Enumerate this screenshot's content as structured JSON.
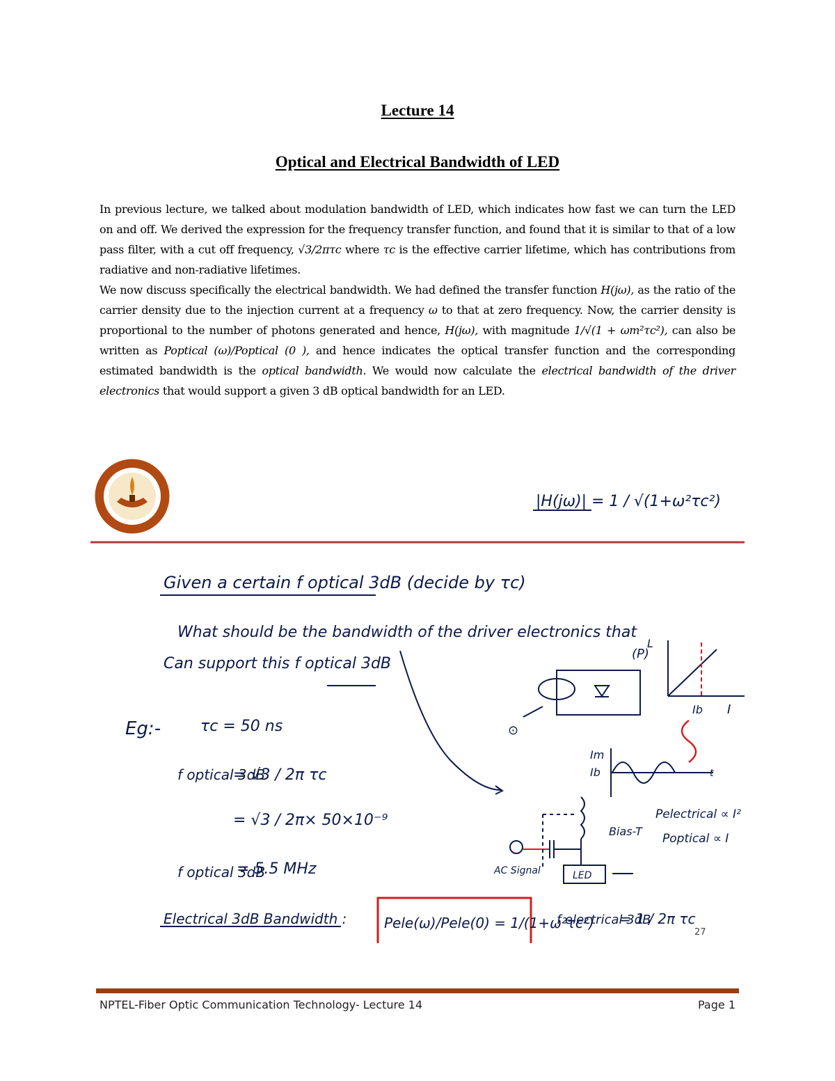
{
  "document": {
    "lecture_title": "Lecture 14",
    "section_title": "Optical and Electrical Bandwidth of LED"
  },
  "paragraph1": {
    "t1": "In previous lecture, we talked about modulation bandwidth of LED, which indicates how fast we can turn the LED on and off. We derived the expression for the frequency transfer function, and found that it is similar to that of a low pass filter, with a cut off frequency, ",
    "formula": "√3/2πτc",
    "t2": " where ",
    "tau": "τc",
    "t3": " is the effective carrier lifetime, which has contributions from radiative and non-radiative lifetimes."
  },
  "paragraph2": {
    "t1": "We now discuss specifically the electrical bandwidth. We had defined the transfer function ",
    "hjw1": "H(jω),",
    "t2": " as the ratio of the carrier density due to the injection current at a frequency ",
    "omega": "ω",
    "t3": " to that at zero frequency. Now, the carrier density is proportional to the number of photons generated and hence, ",
    "hjw2": "H(jω),",
    "t4": " with magnitude ",
    "magnitude": "1/√(1 + ωm²τc²),",
    "t5": " can also  be written as ",
    "popt": "Poptical (ω)/Poptical (0 ),",
    "t6": " and hence indicates the optical transfer function and the corresponding estimated bandwidth is the ",
    "optbw": "optical bandwidth",
    "t7": ". We would now calculate the ",
    "elecbw": "electrical bandwidth of the driver electronics",
    "t8": " that would support a given 3 dB optical bandwidth for an LED."
  },
  "slide": {
    "hjw_formula": "|H(jω)| = 1 / √(1+ω²τc²)",
    "given_line": "Given a certain f optical 3dB (decide by τc)",
    "question_line1": "What should be the bandwidth of the driver electronics that",
    "question_line2": "Can support this f optical 3dB",
    "eg_label": "Eg:-",
    "tau_value": "τc = 50 ns",
    "f_expr1": "= √3 / 2π τc",
    "f_expr2": "= √3 / 2π× 50×10⁻⁹",
    "f_result": "= 5.5 MHz",
    "electrical_label": "Electrical 3dB Bandwidth :",
    "boxed_formula": "Pele(ω)/Pele(0) = 1/(1+ω²τc²)",
    "f_electrical": "= 1 / 2π τc",
    "bias_t": "Bias-T",
    "ac_signal": "AC Signal",
    "led_label": "LED",
    "p_electrical": "Pelectrical ∝ I²",
    "p_optical": "Poptical ∝ I",
    "graph_axis_L": "L",
    "graph_axis_P": "(P)",
    "graph_axis_I": "I",
    "ib_label": "Ib",
    "im_label": "Im",
    "t_label": "t",
    "slide_number": "27"
  },
  "footer": {
    "left": "NPTEL-Fiber Optic Communication Technology- Lecture 14",
    "right": "Page 1"
  },
  "colors": {
    "ink": "#0c1a4a",
    "red": "#d21f1f",
    "footer_rule": "#963f12",
    "slide_rule": "#b23a3a",
    "logo_ring": "#b04a12"
  }
}
